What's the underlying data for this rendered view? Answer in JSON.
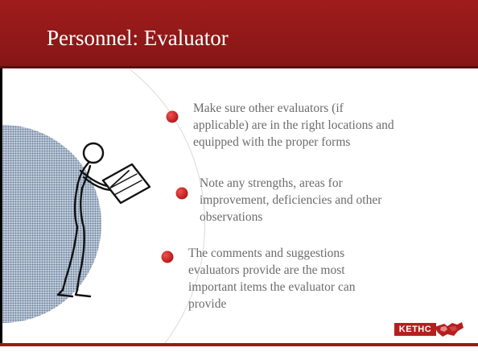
{
  "slide": {
    "title": "Personnel: Evaluator"
  },
  "bullets": [
    {
      "lines": [
        "Make sure other evaluators (if",
        "applicable) are in the right locations and",
        "equipped with the proper forms"
      ]
    },
    {
      "lines": [
        "Note any strengths, areas for",
        "improvement, deficiencies and other",
        "observations"
      ]
    },
    {
      "lines": [
        "The comments and suggestions",
        "evaluators provide are the most",
        "important items the evaluator can",
        "provide"
      ]
    }
  ],
  "logo": {
    "text": "KETHC"
  },
  "colors": {
    "header": "#9a1b1b",
    "bullet": "#c61e1e",
    "text": "#6b6b6b",
    "circle": "#6f86a3"
  }
}
